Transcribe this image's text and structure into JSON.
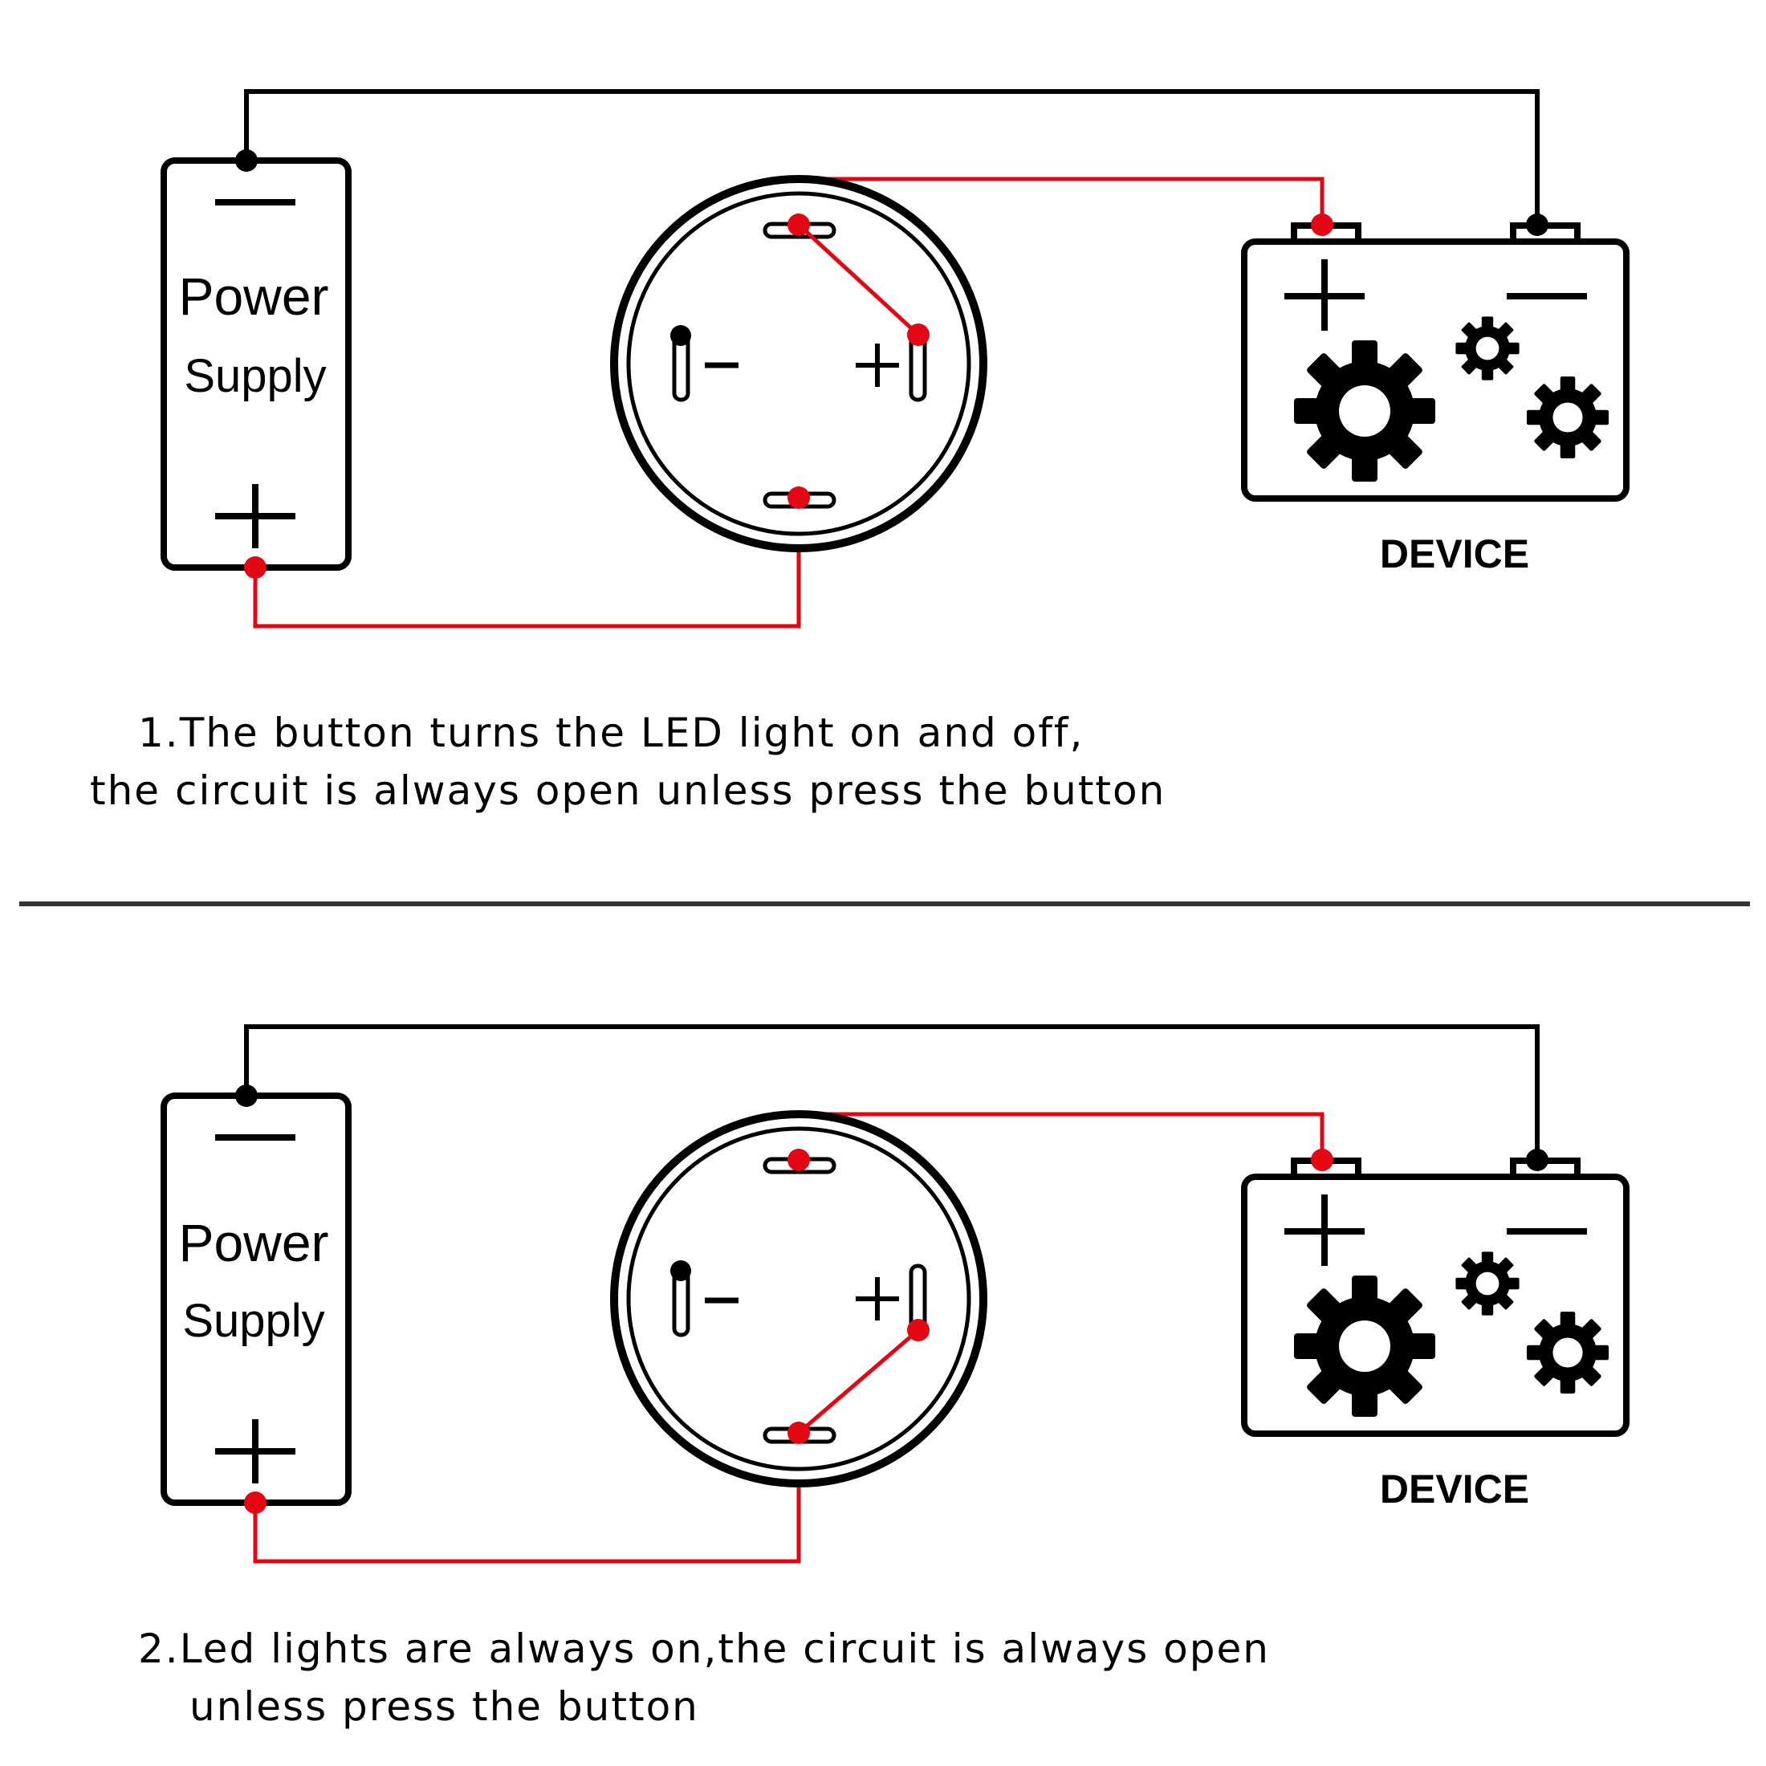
{
  "diagrams": [
    {
      "power_supply_label": [
        "Power",
        "Supply"
      ],
      "power_minus": "—",
      "power_plus": "+",
      "device_label": "DEVICE",
      "switch_minus": "-",
      "switch_plus": "+",
      "caption_lines": [
        "1.The button turns the LED light on and off,",
        "the circuit is always open unless press the button"
      ]
    },
    {
      "power_supply_label": [
        "Power",
        "Supply"
      ],
      "power_minus": "—",
      "power_plus": "+",
      "device_label": "DEVICE",
      "switch_minus": "-",
      "switch_plus": "+",
      "caption_lines": [
        "2.Led lights are always on,the circuit is always open",
        "unless press the button"
      ]
    }
  ],
  "colors": {
    "positive_wire": "#e30613",
    "negative_wire": "#000000",
    "divider": "#333333"
  },
  "icons": [
    "gear-icon",
    "terminal-icon"
  ]
}
